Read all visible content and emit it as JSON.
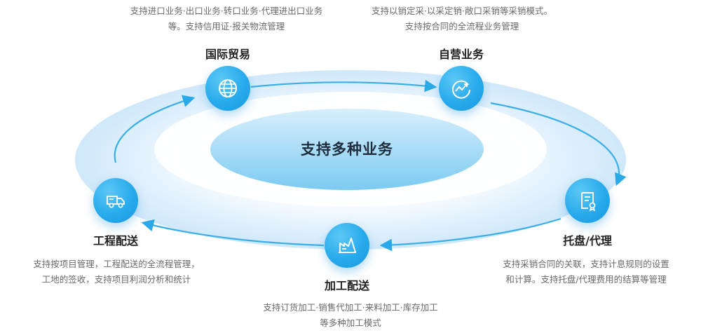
{
  "center": {
    "label": "支持多种业务"
  },
  "nodes": [
    {
      "id": "international",
      "title": "国际贸易",
      "desc": "支持进口业务·出口业务·转口业务·代理进出口业务等。支持信用证·报关物流管理",
      "icon": "globe-icon"
    },
    {
      "id": "self",
      "title": "自营业务",
      "desc": "支持以销定采·以采定销·敞口采销等采销模式。支持按合同的全流程业务管理",
      "icon": "trend-up-icon"
    },
    {
      "id": "consignment",
      "title": "托盘/代理",
      "desc": "支持采销合同的关联，支持计息规则的设置和计算。支持托盘/代理费用的结算等管理",
      "icon": "certificate-icon"
    },
    {
      "id": "processing",
      "title": "加工配送",
      "desc": "支持订货加工·销售代加工·来料加工·库存加工等多种加工模式",
      "icon": "factory-icon"
    },
    {
      "id": "engineering",
      "title": "工程配送",
      "desc": "支持按项目管理，工程配送的全流程管理，工地的签收，支持项目利润分析和统计",
      "icon": "truck-icon"
    }
  ],
  "colors": {
    "accent": "#29a9e8",
    "ring": "#3aaee8",
    "title": "#222222",
    "desc": "#6a6a6a"
  }
}
